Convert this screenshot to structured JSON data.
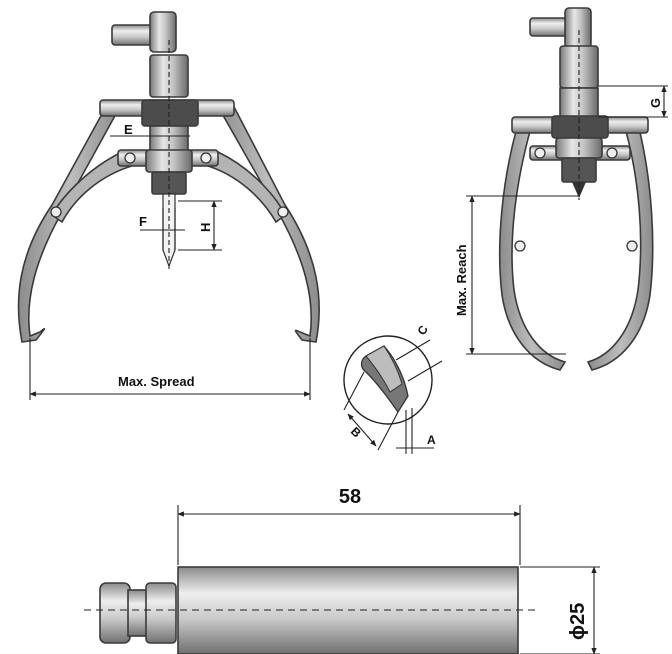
{
  "labels": {
    "e": "E",
    "f": "F",
    "h": "H",
    "g": "G",
    "max_spread": "Max. Spread",
    "max_reach": "Max. Reach",
    "a": "A",
    "b": "B",
    "c": "C",
    "length": "58",
    "diameter": "ϕ25"
  },
  "colors": {
    "metal_light": "#d9d9d9",
    "metal_mid": "#a9a9a9",
    "metal_dark": "#6e6e6e",
    "outline": "#3a3a3a",
    "dimension_line": "#222222"
  }
}
